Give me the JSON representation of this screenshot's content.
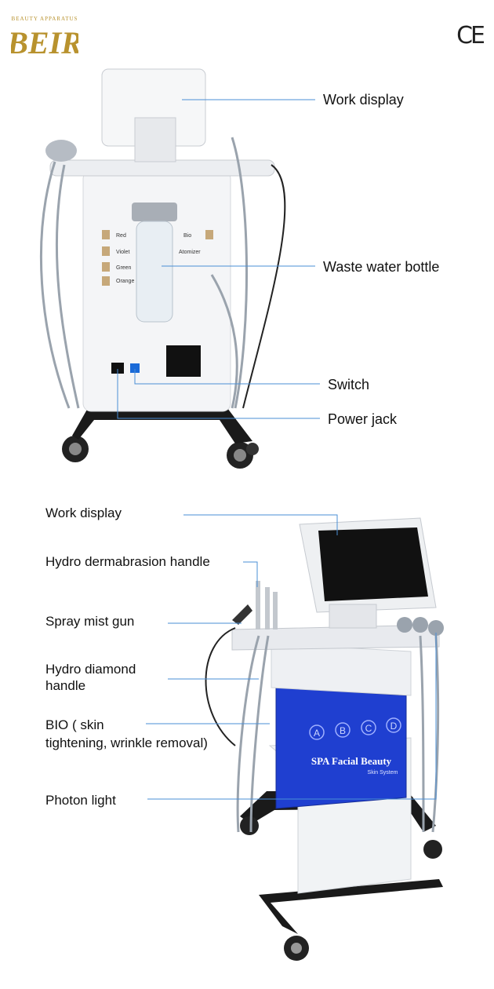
{
  "brand": {
    "logo_text": "BEIR",
    "logo_tagline": "BEAUTY APPARATUS",
    "cert_mark": "CE"
  },
  "top_view": {
    "callouts": [
      {
        "id": "work-display",
        "label": "Work display"
      },
      {
        "id": "waste-water-bottle",
        "label": "Waste water bottle"
      },
      {
        "id": "switch",
        "label": "Switch"
      },
      {
        "id": "power-jack",
        "label": "Power jack"
      }
    ],
    "port_labels_left": [
      "Red",
      "Violet",
      "Green",
      "Orange"
    ],
    "port_labels_right": [
      "Bio",
      "Atomizer"
    ]
  },
  "bottom_view": {
    "callouts": [
      {
        "id": "work-display",
        "label": "Work display"
      },
      {
        "id": "hydro-dermabrasion-handle",
        "label": "Hydro dermabrasion handle"
      },
      {
        "id": "spray-mist-gun",
        "label": "Spray mist gun"
      },
      {
        "id": "hydro-diamond-handle",
        "label": "Hydro diamond\nhandle"
      },
      {
        "id": "bio",
        "label": "BIO ( skin\ntightening, wrinkle removal)"
      },
      {
        "id": "photon-light",
        "label": "Photon light"
      }
    ],
    "bottle_letters": [
      "A",
      "B",
      "C",
      "D"
    ],
    "panel_title": "SPA Facial Beauty",
    "panel_subtitle": "Skin System"
  },
  "colors": {
    "callout_line": "#4a8fd6",
    "accent_blue": "#1f3fd0",
    "logo_gold": "#b8922e",
    "machine_white": "#f4f5f7",
    "frame_black": "#1a1a1a"
  }
}
